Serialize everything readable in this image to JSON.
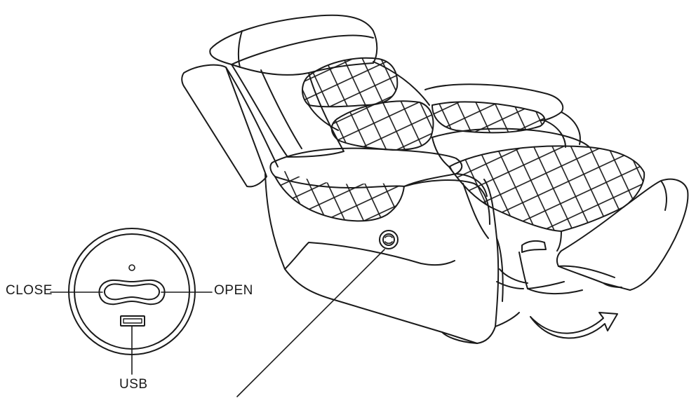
{
  "labels": {
    "close": "CLOSE",
    "open": "OPEN",
    "usb": "USB"
  },
  "colors": {
    "line": "#1a1a1a",
    "background": "#ffffff"
  },
  "icons": {
    "button": "switch-button-icon",
    "port": "usb-port-icon",
    "arrow": "curved-arrow-icon"
  }
}
